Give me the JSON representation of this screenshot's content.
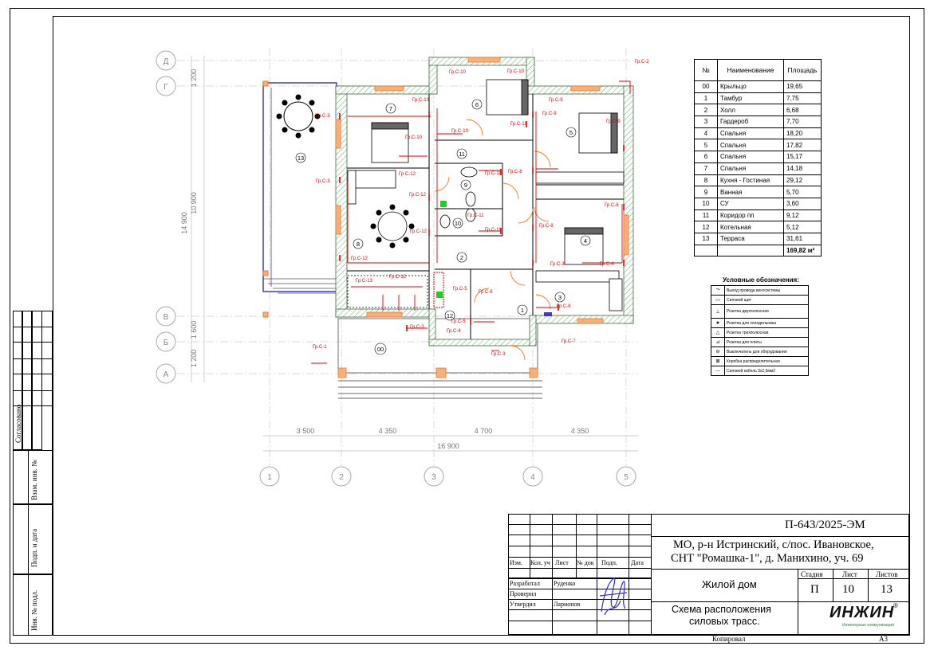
{
  "sheet": {
    "side_labels": {
      "agreed": "Согласовано",
      "vzam_inv": "Взам. инв. №",
      "podp_data": "Подп. и дата",
      "inv_podl": "Инв. № подл."
    },
    "bottom": {
      "copied": "Копировал",
      "format": "A3"
    }
  },
  "plan": {
    "grid_rows": [
      "Д",
      "Г",
      "В",
      "Б",
      "А"
    ],
    "grid_cols": [
      "1",
      "2",
      "3",
      "4",
      "5"
    ],
    "dims_bottom": [
      "3 500",
      "4 350",
      "4 700",
      "4 350"
    ],
    "dim_total": "16 900",
    "dims_left": [
      "1 200",
      "10 900",
      "14 900",
      "1 600",
      "1 200"
    ],
    "room_numbers": [
      "13",
      "7",
      "6",
      "5",
      "11",
      "9",
      "10",
      "8",
      "2",
      "4",
      "3",
      "12",
      "1",
      "00"
    ],
    "circuit_labels": [
      "Гр.С-2",
      "Гр.С-10",
      "Гр.С-10",
      "Гр.С-10",
      "Гр.С-9",
      "Гр.С-3",
      "Гр.С-3",
      "Гр.С-10",
      "Гр.С-10",
      "Гр.С-10",
      "Гр.С-9",
      "Гр.С-9",
      "Гр.С-8",
      "Гр.С-11",
      "Гр.С-12",
      "Гр.С-12",
      "Гр.С-11",
      "Гр.С-11",
      "Гр.С-12",
      "Гр.С-8",
      "Гр.С-8",
      "Гр.С-12",
      "Гр.С-4",
      "Гр.С-13",
      "Гр.С-12",
      "Гр.С-3",
      "Гр.С-5",
      "Гр.С-6",
      "Гр.С-4",
      "Гр.С-5",
      "Гр.С-8",
      "Гр.С-7",
      "Гр.С-1",
      "Гр.С-3",
      "Гр.С-3"
    ]
  },
  "rooms_table": {
    "headers": [
      "№",
      "Наименование",
      "Площадь"
    ],
    "rows": [
      [
        "00",
        "Крыльцо",
        "19,65"
      ],
      [
        "1",
        "Тамбур",
        "7,75"
      ],
      [
        "2",
        "Холл",
        "6,68"
      ],
      [
        "3",
        "Гардероб",
        "7,70"
      ],
      [
        "4",
        "Спальня",
        "18,20"
      ],
      [
        "5",
        "Спальня",
        "17,82"
      ],
      [
        "6",
        "Спальня",
        "15,17"
      ],
      [
        "7",
        "Спальня",
        "14,18"
      ],
      [
        "8",
        "Кухня - Гостиная",
        "29,12"
      ],
      [
        "9",
        "Ванная",
        "5,70"
      ],
      [
        "10",
        "СУ",
        "3,60"
      ],
      [
        "11",
        "Коридор пп",
        "9,12"
      ],
      [
        "12",
        "Котельная",
        "5,12"
      ],
      [
        "13",
        "Терраса",
        "31,61"
      ]
    ],
    "total": "169,82 м²"
  },
  "legend": {
    "title": "Условные обозначения:",
    "items": [
      "Выход провода вентсистемы",
      "Силовой щит",
      "Розетка двухполюсная",
      "Розетка для холодильника",
      "Розетка трехполюсная",
      "Розетка для плиты",
      "Выключатель для оборудования",
      "Коробка распределительная",
      "Силовой кабель 3х2,5мм2"
    ]
  },
  "title_block": {
    "code": "П-643/2025-ЭМ",
    "address_line1": "МО, р-н Истринский, с/пос. Ивановское,",
    "address_line2": "СНТ \"Ромашка-1\", д. Манихино, уч. 69",
    "object": "Жилой дом",
    "sheet_title_line1": "Схема расположения",
    "sheet_title_line2": "силовых трасс.",
    "col_headers": [
      "Изм.",
      "Кол. уч",
      "Лист",
      "№ док",
      "Подп.",
      "Дата"
    ],
    "roles": [
      {
        "role": "Разработал",
        "name": "Руденко"
      },
      {
        "role": "Проверил",
        "name": ""
      },
      {
        "role": "Утвердил",
        "name": "Ларионов"
      }
    ],
    "stage_label": "Стадия",
    "sheet_label": "Лист",
    "sheets_label": "Листов",
    "stage": "П",
    "sheet": "10",
    "sheets": "13",
    "logo_text": "ИНЖИН",
    "logo_sub": "Инженерные коммуникации",
    "logo_mark": "®"
  },
  "colors": {
    "red": "#e00000",
    "green": "#2e7d32",
    "blue": "#3a3ad0",
    "orange": "#f07820"
  }
}
